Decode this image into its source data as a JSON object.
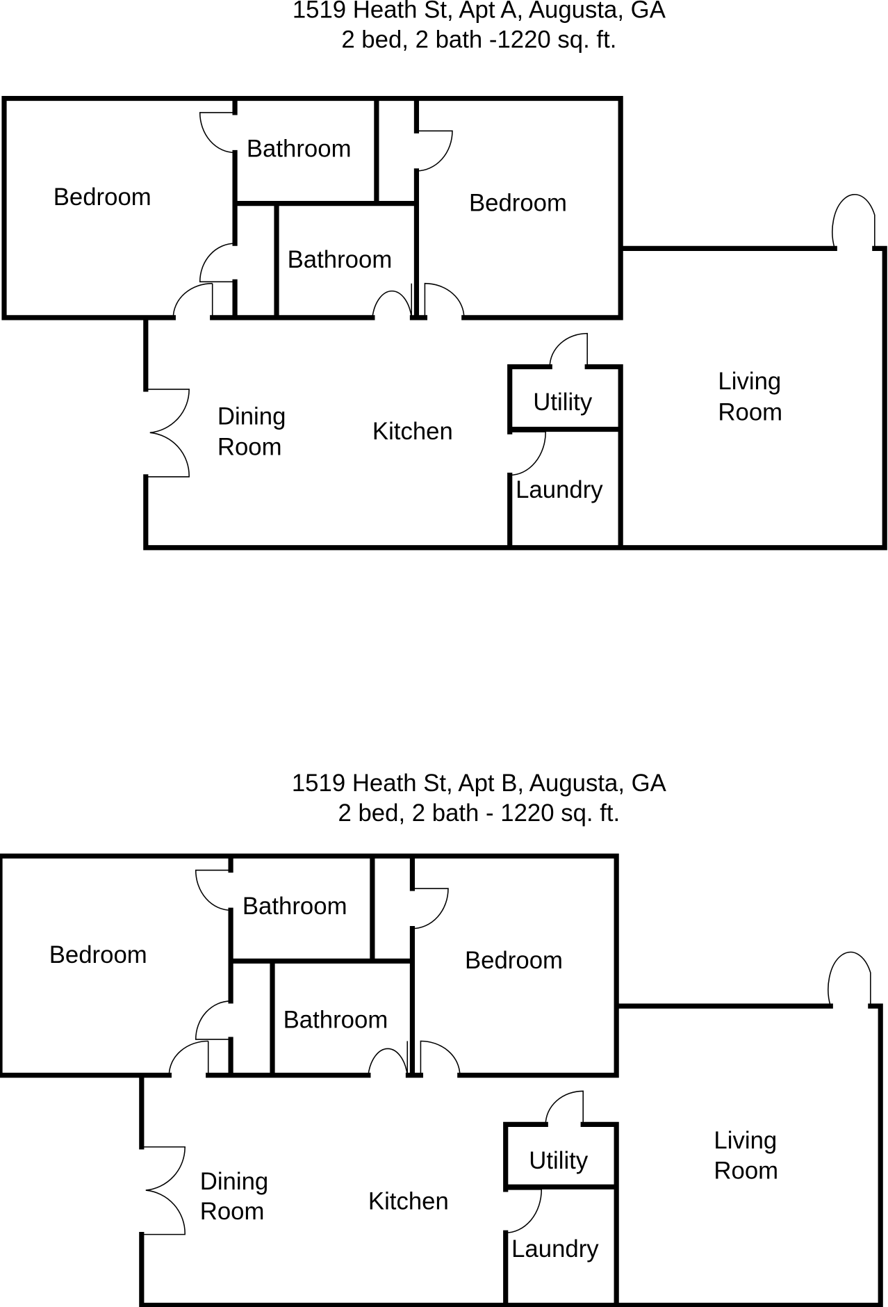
{
  "plans": [
    {
      "title": "1519 Heath St, Apt A, Augusta, GA",
      "subtitle": "2 bed, 2 bath -1220 sq. ft.",
      "rooms": {
        "bedroom_left": "Bedroom",
        "bathroom_top": "Bathroom",
        "bathroom_mid": "Bathroom",
        "bedroom_right": "Bedroom",
        "dining_1": "Dining",
        "dining_2": "Room",
        "kitchen": "Kitchen",
        "utility": "Utility",
        "laundry": "Laundry",
        "living_1": "Living",
        "living_2": "Room"
      }
    },
    {
      "title": "1519 Heath St, Apt B, Augusta, GA",
      "subtitle": "2 bed, 2 bath - 1220 sq. ft.",
      "rooms": {
        "bedroom_left": "Bedroom",
        "bathroom_top": "Bathroom",
        "bathroom_mid": "Bathroom",
        "bedroom_right": "Bedroom",
        "dining_1": "Dining",
        "dining_2": "Room",
        "kitchen": "Kitchen",
        "utility": "Utility",
        "laundry": "Laundry",
        "living_1": "Living",
        "living_2": "Room"
      }
    }
  ]
}
